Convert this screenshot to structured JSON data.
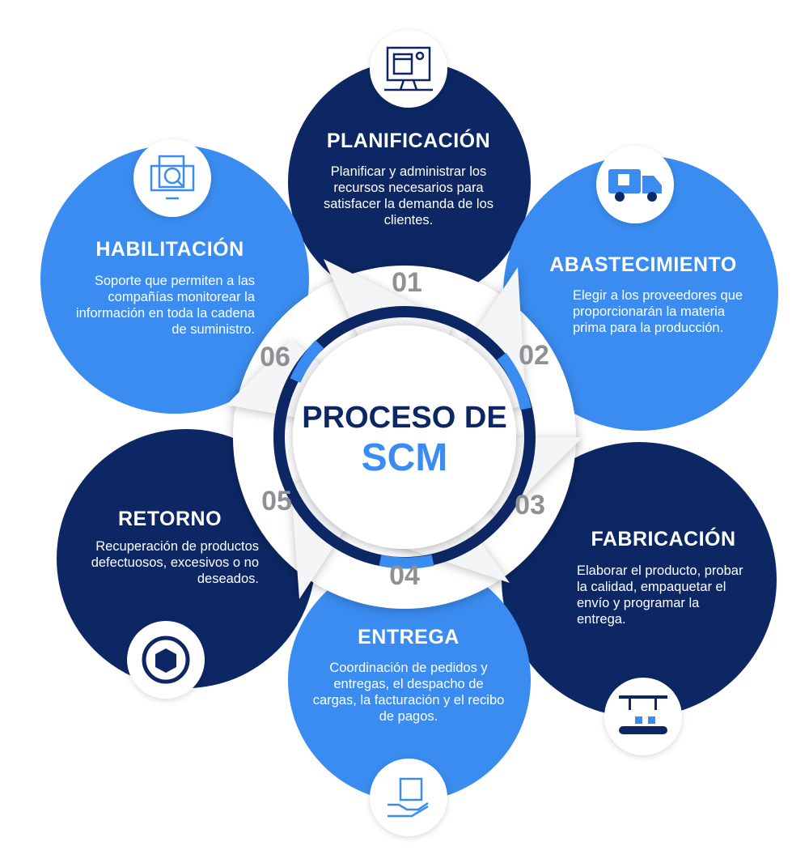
{
  "colors": {
    "navy": "#0c2764",
    "blue": "#3a8cf0",
    "gray": "#8e9194"
  },
  "center": {
    "line1": "PROCESO DE",
    "line2": "SCM"
  },
  "steps": [
    {
      "number": "01",
      "title": "PLANIFICACIÓN",
      "description": "Planificar y administrar los recursos necesarios para satisfacer la demanda de los clientes.",
      "icon": "calendar-monitor-icon"
    },
    {
      "number": "02",
      "title": "ABASTECIMIENTO",
      "description": "Elegir a los proveedores que proporcionarán la materia prima para la producción.",
      "icon": "delivery-truck-icon"
    },
    {
      "number": "03",
      "title": "FABRICACIÓN",
      "description": "Elaborar el producto, probar la calidad, empaquetar el envío y programar la entrega.",
      "icon": "assembly-line-icon"
    },
    {
      "number": "04",
      "title": "ENTREGA",
      "description": "Coordinación de pedidos y entregas, el despacho de cargas, la facturación y el recibo de pagos.",
      "icon": "box-hand-icon"
    },
    {
      "number": "05",
      "title": "RETORNO",
      "description": "Recuperación de productos defectuosos, excesivos o no deseados.",
      "icon": "box-return-icon"
    },
    {
      "number": "06",
      "title": "HABILITACIÓN",
      "description": "Soporte que permiten a las compañías monitorear la información en toda la cadena de suministro.",
      "icon": "document-search-icon"
    }
  ]
}
